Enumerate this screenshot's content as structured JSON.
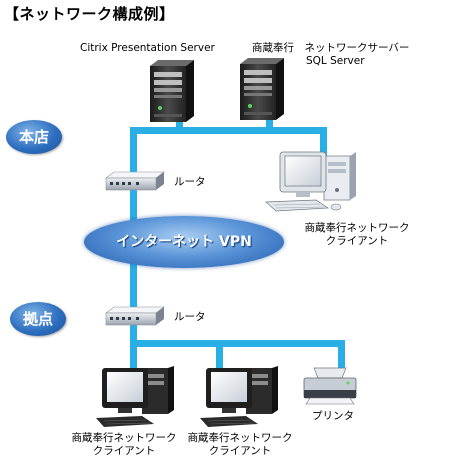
{
  "title": "【ネットワーク構成例】",
  "nodes": {
    "server_citrix": "Citrix Presentation Server",
    "server_shoei_1": "商蔵奉行　ネットワークサーバー",
    "server_shoei_2": "SQL Server",
    "router_top": "ルータ",
    "router_bottom": "ルータ",
    "internet": "インターネット VPN",
    "client_top_1": "商蔵奉行ネットワーク",
    "client_top_2": "クライアント",
    "client_left_1": "商蔵奉行ネットワーク",
    "client_left_2": "クライアント",
    "client_mid_1": "商蔵奉行ネットワーク",
    "client_mid_2": "クライアント",
    "printer": "プリンタ"
  },
  "locations": {
    "head_office": "本店",
    "branch": "拠点"
  },
  "colors": {
    "network_line": "#29aee6",
    "badge_blue": "#2f6fc0"
  }
}
